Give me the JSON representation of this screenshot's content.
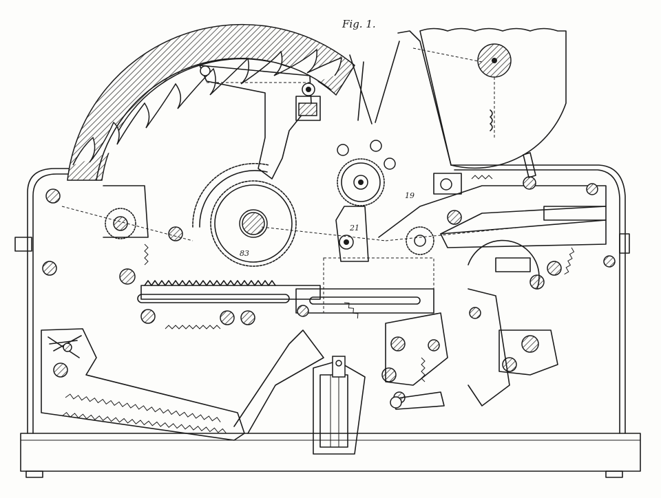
{
  "figure": {
    "title": "Fig. 1.",
    "labels": {
      "label_19": "19",
      "label_21": "21",
      "label_83": "83"
    }
  },
  "colors": {
    "ink": "#1b1b1b",
    "paper": "#fdfdfb"
  }
}
